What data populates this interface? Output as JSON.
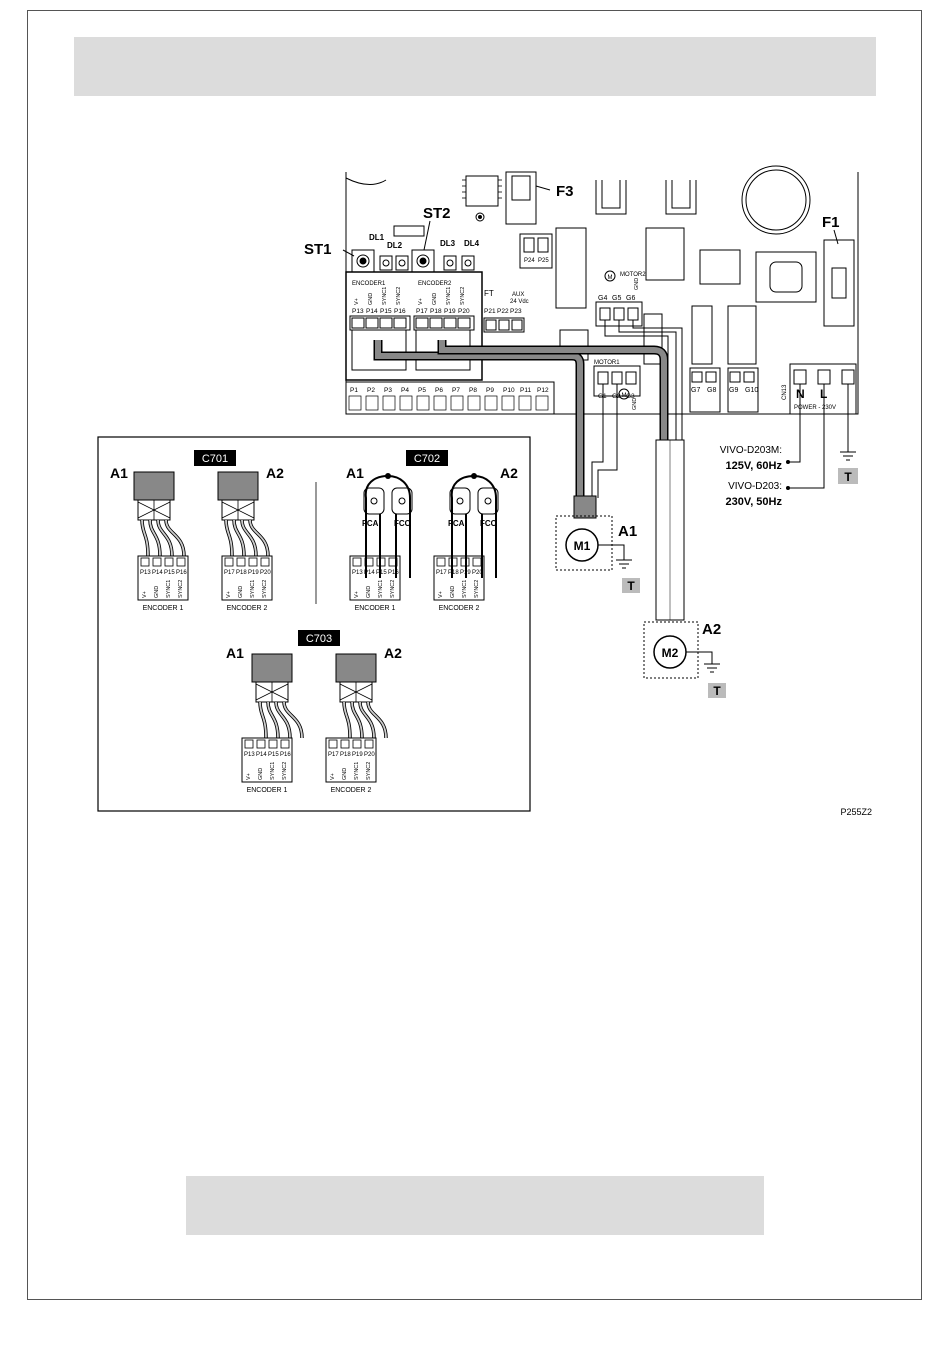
{
  "board": {
    "labels": {
      "f3": "F3",
      "f1": "F1",
      "st1": "ST1",
      "st2": "ST2",
      "dl1": "DL1",
      "dl2": "DL2",
      "dl3": "DL3",
      "dl4": "DL4",
      "encoder1": "ENCODER1",
      "encoder2": "ENCODER2",
      "ft": "FT",
      "aux": "AUX",
      "aux_v": "24 Vdc",
      "motor1": "MOTOR1",
      "motor2": "MOTOR2",
      "cn13": "CN13",
      "power": "POWER - 230V",
      "n": "N",
      "l": "L",
      "p24": "P24",
      "p25": "P25",
      "m": "M",
      "gnd": "GND"
    },
    "pins_enc1": [
      "P13",
      "P14",
      "P15",
      "P16"
    ],
    "pins_enc2": [
      "P17",
      "P18",
      "P19",
      "P20"
    ],
    "pins_enc_top1": [
      "V+",
      "GND",
      "SYNC1",
      "SYNC2"
    ],
    "pins_enc_top2": [
      "V+",
      "GND",
      "SYNC1",
      "SYNC2"
    ],
    "pins_aux": [
      "P21",
      "P22",
      "P23"
    ],
    "pins_motor2": [
      "G4",
      "G5",
      "G6"
    ],
    "pins_motor1": [
      "G1",
      "G2",
      "G3"
    ],
    "pins_lower": [
      "P1",
      "P2",
      "P3",
      "P4",
      "P5",
      "P6",
      "P7",
      "P8",
      "P9",
      "P10",
      "P11",
      "P12"
    ],
    "pins_g": [
      "G7",
      "G8",
      "G9",
      "G10"
    ]
  },
  "power": {
    "model1": "VIVO-D203M:",
    "spec1": "125V, 60Hz",
    "model2": "VIVO-D203:",
    "spec2": "230V, 50Hz",
    "earth": "T"
  },
  "motors": [
    {
      "name": "M1",
      "arm": "A1",
      "earth": "T"
    },
    {
      "name": "M2",
      "arm": "A2",
      "earth": "T"
    }
  ],
  "inset": {
    "codes": [
      "C701",
      "C702",
      "C703"
    ],
    "a1": "A1",
    "a2": "A2",
    "fca": "FCA",
    "fcc": "FCC",
    "encoder1": "ENCODER 1",
    "encoder2": "ENCODER 2",
    "pins1": [
      "P13",
      "P14",
      "P15",
      "P16"
    ],
    "pins2": [
      "P17",
      "P18",
      "P19",
      "P20"
    ],
    "pin_names": [
      "V+",
      "GND",
      "SYNC1",
      "SYNC2"
    ]
  },
  "figure_code": "P255Z2"
}
